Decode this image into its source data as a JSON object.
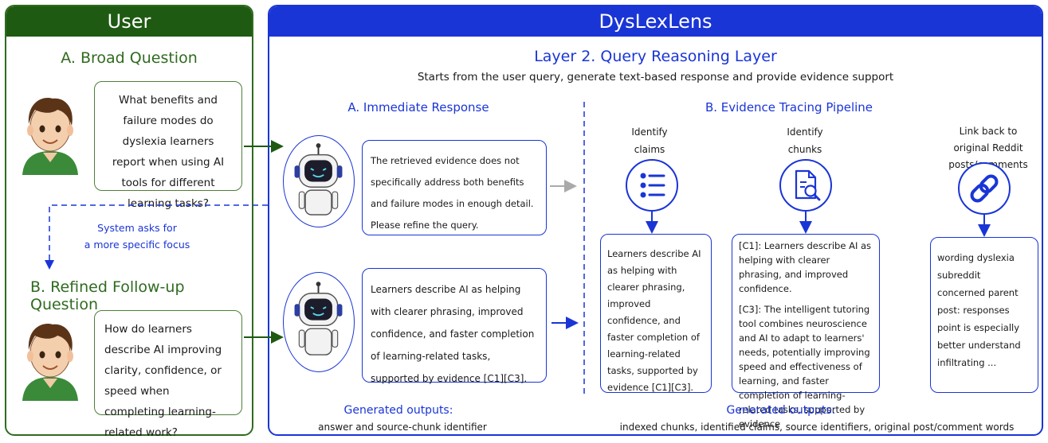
{
  "user_panel": {
    "header": "User",
    "broad_title": "A. Broad Question",
    "broad_question": "What benefits and failure modes do dyslexia learners report when using AI tools for different learning tasks?",
    "system_note_line1": "System asks for",
    "system_note_line2": "a more specific focus",
    "refined_title": "B. Refined Follow-up Question",
    "refined_question": "How do learners describe AI improving clarity, confidence, or speed when completing learning-related work?"
  },
  "main_panel": {
    "header": "DysLexLens",
    "layer_title": "Layer 2. Query Reasoning Layer",
    "layer_subtitle": "Starts from the user query, generate text-based response and provide evidence support",
    "immediate": {
      "title": "A. Immediate Response",
      "response1": "The retrieved evidence does not specifically address both benefits and failure modes in enough detail. Please refine the query.",
      "response2": "Learners describe AI as helping with clearer phrasing, improved confidence, and faster completion of learning-related tasks, supported by evidence [C1][C3].",
      "outputs_label": "Generated outputs:",
      "outputs_text": "answer and source-chunk identifier"
    },
    "evidence": {
      "title": "B. Evidence Tracing Pipeline",
      "step1_line1": "Identify",
      "step1_line2": "claims",
      "step2_line1": "Identify",
      "step2_line2": "chunks",
      "step3_line1": "Link back to",
      "step3_line2": "original Reddit",
      "step3_line3": "posts/comments",
      "claims_text": "Learners describe AI as helping with clearer phrasing, improved confidence, and faster completion of learning-related tasks, supported by evidence [C1][C3].",
      "chunk1": "[C1]: Learners describe AI as helping with clearer phrasing, and improved confidence.",
      "chunk2": "[C3]: The intelligent tutoring tool combines neuroscience and AI to adapt to learners' needs, potentially improving speed and effectiveness of learning, and faster completion of learning-related tasks, supported by evidence",
      "reddit_text": "wording dyslexia subreddit concerned parent post: responses point is especially better understand infiltrating ...",
      "outputs_label": "Generated outputs:",
      "outputs_text": "indexed chunks, identified claims, source identifiers, original post/comment words"
    }
  },
  "icons": [
    "user-avatar-icon",
    "robot-icon",
    "list-icon",
    "document-search-icon",
    "link-icon"
  ],
  "colors": {
    "green": "#1f5a12",
    "blue": "#1a35d6"
  }
}
